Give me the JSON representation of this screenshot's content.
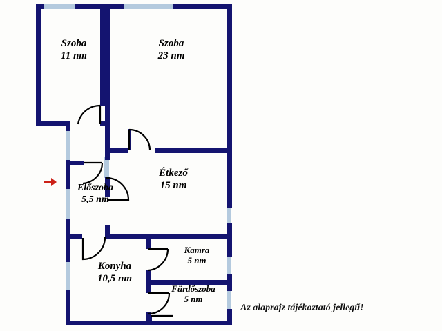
{
  "plan": {
    "disclaimer": "Az alaprajz tájékoztató jellegű!",
    "unit": "nm",
    "colors": {
      "wall": "#141470",
      "window": "#b4cade",
      "door_arc": "#000000",
      "entry_arrow": "#cc2118",
      "background": "#fdfdfb",
      "text": "#000000"
    },
    "entry_marker": {
      "name": "entrance-arrow",
      "direction": "right"
    },
    "rooms": [
      {
        "id": "szoba-11",
        "name": "Szoba",
        "area": "11 nm"
      },
      {
        "id": "szoba-23",
        "name": "Szoba",
        "area": "23 nm"
      },
      {
        "id": "etkezo",
        "name": "Étkező",
        "area": "15 nm"
      },
      {
        "id": "eloszoba",
        "name": "Előszoba",
        "area": "5,5 nm"
      },
      {
        "id": "konyha",
        "name": "Konyha",
        "area": "10,5 nm"
      },
      {
        "id": "kamra",
        "name": "Kamra",
        "area": "5 nm"
      },
      {
        "id": "furdoszoba",
        "name": "Fürdőszoba",
        "area": "5 nm"
      }
    ]
  }
}
